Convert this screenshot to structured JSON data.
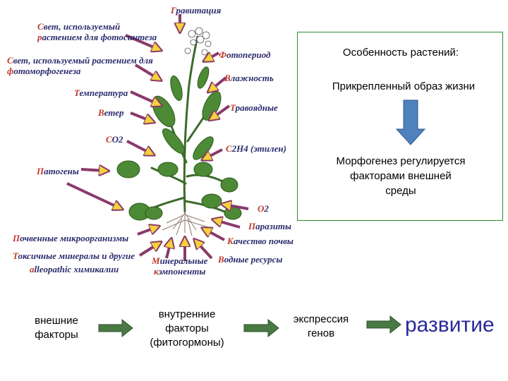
{
  "factors": {
    "gravity": "Гравитация",
    "light_photosynthesis_1": "Свет, используемый",
    "light_photosynthesis_2": "растением для фотосинтеза",
    "light_photomorph_1": "Свет, используемый растением для",
    "light_photomorph_2": "фотоморфогенеза",
    "temperature": "Температура",
    "wind": "Ветер",
    "co2": "CO2",
    "pathogens": "Патогены",
    "soil_microbes": "Почвенные микроорганизмы",
    "toxic_minerals": "Токсичные минералы и другие",
    "allelopathic": "alleopathic химикалии",
    "minerals_1": "Минеральные",
    "minerals_2": "кэмпоненты",
    "photoperiod": "Фотопериод",
    "humidity": "Влажность",
    "herbivores": "Травоядные",
    "ethylene": "C2H4 (этилен)",
    "o2": "O2",
    "parasites": "Паразиты",
    "soil_quality": "Качество почвы",
    "water": "Водные ресурсы"
  },
  "info_box": {
    "title": "Особенность растений:",
    "trait": "Прикрепленный образ жизни",
    "conclusion_1": "Морфогенез регулируется",
    "conclusion_2": "факторами внешней",
    "conclusion_3": "среды"
  },
  "flow": {
    "step1_l1": "внешние",
    "step1_l2": "факторы",
    "step2_l1": "внутренние",
    "step2_l2": "факторы",
    "step2_l3": "(фитогормоны)",
    "step3_l1": "экспрессия",
    "step3_l2": "генов",
    "result": "развитие"
  },
  "colors": {
    "label_text": "#2c2c6e",
    "label_initial": "#c0392b",
    "arrow_fill": "#f3d23c",
    "arrow_outline": "#8a3a6a",
    "box_border": "#2e8b2e",
    "down_arrow": "#4f81bd",
    "flow_arrow": "#4a7a44",
    "result_text": "#2a2a9a"
  }
}
